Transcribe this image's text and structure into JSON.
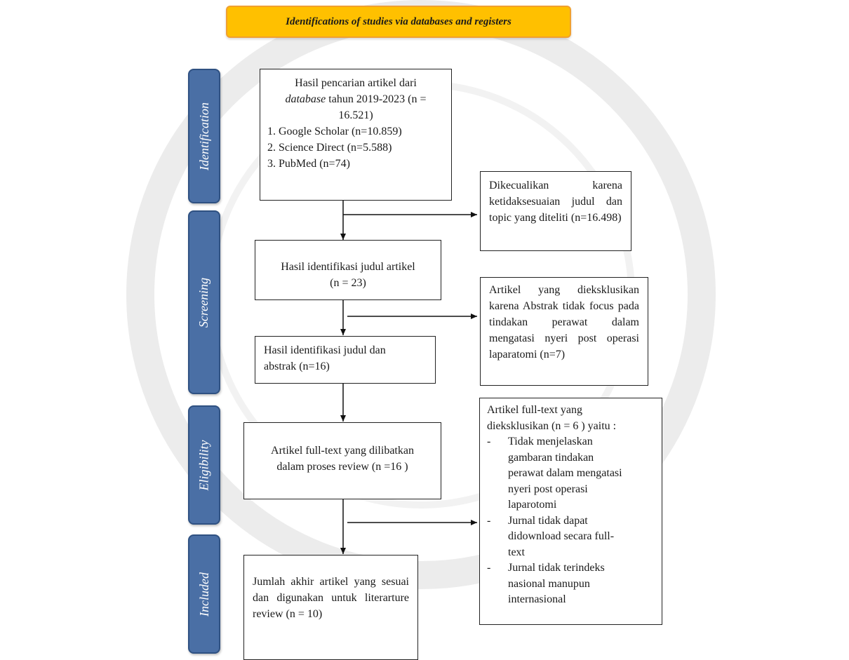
{
  "header": {
    "title": "Identifications of studies via databases and registers"
  },
  "phases": [
    "Identification",
    "Screening",
    "Eligibility",
    "Included"
  ],
  "boxes": {
    "search": {
      "line1": "Hasil pencarian artikel dari",
      "line2_italic": "database",
      "line2_rest": " tahun 2019-2023 (n =",
      "line3": "16.521)",
      "items": [
        "1. Google Scholar (n=10.859)",
        "2. Science Direct (n=5.588)",
        "3. PubMed (n=74)"
      ]
    },
    "excluded_title": {
      "text": "Dikecualikan karena ketidaksesuaian judul dan topic yang diteliti (n=16.498)"
    },
    "title_identified": {
      "line1": "Hasil identifikasi judul artikel",
      "line2": "(n = 23)"
    },
    "excluded_abstract": {
      "text": "Artikel yang dieksklusikan karena Abstrak tidak focus pada tindakan perawat dalam mengatasi nyeri post operasi laparatomi (n=7)"
    },
    "abstract_identified": {
      "line1": "Hasil identifikasi judul dan",
      "line2": "abstrak (n=16)"
    },
    "fulltext_included": {
      "line1": "Artikel full-text yang dilibatkan",
      "line2": "dalam proses review (n =16 )"
    },
    "fulltext_excluded": {
      "line1": "Artikel full-text yang",
      "line2": "dieksklusikan (n = 6 )  yaitu :",
      "bullets": [
        {
          "dash": "-",
          "lines": [
            "Tidak menjelaskan",
            "gambaran tindakan",
            "perawat dalam mengatasi",
            "nyeri post operasi",
            "laparotomi"
          ]
        },
        {
          "dash": "-",
          "lines": [
            "Jurnal tidak dapat",
            "didownload secara full-",
            "text"
          ]
        },
        {
          "dash": "-",
          "lines": [
            "Jurnal tidak terindeks",
            "nasional manupun",
            "internasional"
          ]
        }
      ]
    },
    "final": {
      "text": "Jumlah akhir artikel yang sesuai dan digunakan untuk literarture review (n = 10)"
    }
  }
}
